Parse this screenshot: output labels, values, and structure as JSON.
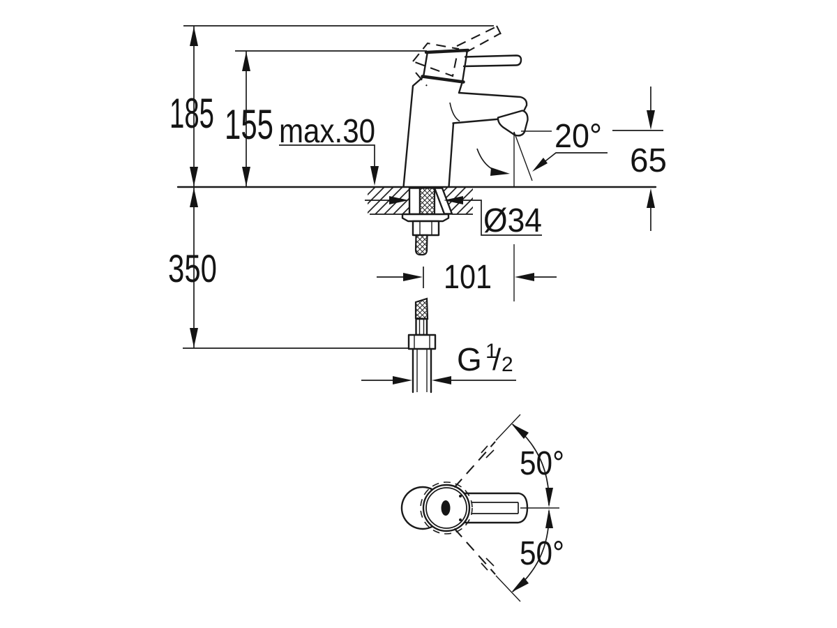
{
  "meta": {
    "background_color": "#ffffff",
    "line_color": "#1a1a1a"
  },
  "front_view": {
    "overall_height": "185",
    "body_height": "155",
    "max_mounting_thickness": "max.30",
    "spray_angle": "20°",
    "spout_height": "65",
    "mounting_hole_diameter": "Ø34",
    "spout_projection": "101",
    "hose_length": "350",
    "thread": {
      "letter": "G",
      "numerator": "1",
      "slash": "/",
      "denominator": "2"
    }
  },
  "top_view": {
    "lever_swing_upper": "50°",
    "lever_swing_lower": "50°"
  }
}
